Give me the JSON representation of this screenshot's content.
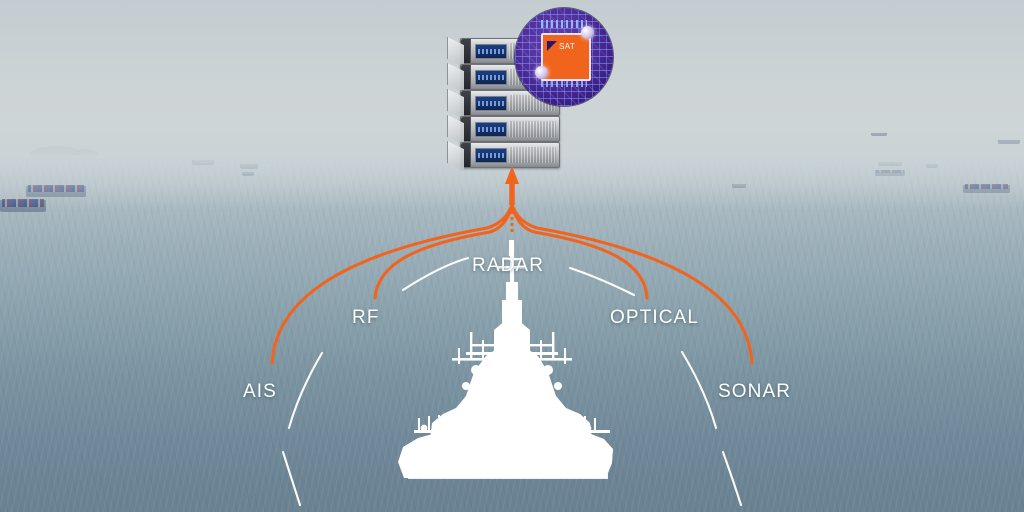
{
  "scene": {
    "title": "Maritime multi-sensor fusion diagram",
    "background": "open sea with hazy horizon and distant cargo vessels"
  },
  "colors": {
    "accent_orange": "#f0641e",
    "label_white": "#ffffff",
    "chip_purple": "#3d1f84",
    "sea_deep": "#6a8292",
    "sky_haze": "#cdd4d6",
    "ship_silhouette": "#ffffff"
  },
  "hub": {
    "name": "server-stack",
    "unit_count": 5,
    "badge": {
      "name": "ai-chip-badge",
      "die_label": "SAT"
    }
  },
  "uplink": {
    "name": "uplink-arrow",
    "direction": "up",
    "style": "dashed-with-arrowhead"
  },
  "sensors": [
    {
      "id": "ais",
      "label": "AIS",
      "icon": "antenna-icon"
    },
    {
      "id": "rf",
      "label": "RF",
      "icon": "radio-wave-icon"
    },
    {
      "id": "radar",
      "label": "RADAR",
      "icon": "radar-dish-icon"
    },
    {
      "id": "optical",
      "label": "OPTICAL",
      "icon": "camera-icon"
    },
    {
      "id": "sonar",
      "label": "SONAR",
      "icon": "sonar-ping-icon"
    }
  ],
  "platform": {
    "name": "naval-vessel-silhouette",
    "type": "frigate",
    "view": "bow-on"
  },
  "horizon": {
    "island_label": "",
    "vessel_count": 12
  }
}
